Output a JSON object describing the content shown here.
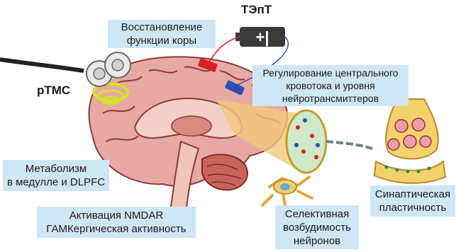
{
  "labels": {
    "rtms": "рТМС",
    "tdcs": "ТЭпТ",
    "cortex_recovery": [
      "Восстановление",
      "функции коры"
    ],
    "blood_flow": [
      "Регулирование центрального",
      "кровотока и уровня",
      "нейротрансмиттеров"
    ],
    "metabolism": [
      "Метаболизм",
      "в медулле и DLPFC"
    ],
    "nmdar": [
      "Активация NMDAR",
      "ГАМКергическая активность"
    ],
    "synaptic": [
      "Синаптическая",
      "пластичность"
    ],
    "selective": [
      "Селективная",
      "возбудимость",
      "нейронов"
    ]
  },
  "colors": {
    "box_fill": "#cfe6f4",
    "brain_pink": "#e7a9a3",
    "coil_yellow": "#d7e02a",
    "electrode_red": "#d9202a",
    "electrode_blue": "#2a4fb0",
    "neuron_yellow": "#f2d26a"
  }
}
